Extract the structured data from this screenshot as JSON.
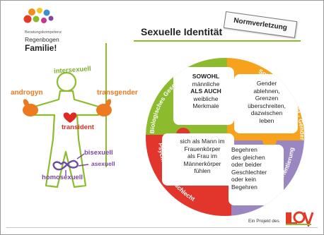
{
  "branding": {
    "subtitle": "Beratungskompetenz",
    "name": "Regenbogen",
    "tagline": "Familie!",
    "dot_colors": [
      "#e43a25",
      "#f28b1f",
      "#f7c51e",
      "#8dbb2e",
      "#3d8fcf",
      "#7a4aa1",
      "#c8368e"
    ]
  },
  "header": {
    "title": "Sexuelle Identität",
    "stamp_label": "Normverletzung"
  },
  "figure_labels": {
    "intersexuell": "intersexuell",
    "androgyn": "androgyn",
    "transgender": "transgender",
    "transident": "transident",
    "bisexuell": "bisexuell",
    "asexuell": "asexuell",
    "homosexuell": "homosexuell"
  },
  "quadrants": {
    "biologisch": {
      "label": "Biologisches Geschlecht",
      "color": "#8dbb2e",
      "lines": [
        "SOWOHL",
        "männliche",
        "ALS AUCH",
        "weibliche",
        "Merkmale"
      ],
      "bold": [
        true,
        false,
        true,
        false,
        false
      ]
    },
    "sozial": {
      "label": "Soziales Geschlecht - Gender",
      "color": "#f6a21c",
      "lines": [
        "Gender",
        "ablehnen,",
        "Grenzen",
        "überschreiten,",
        "dazwischen",
        "leben"
      ]
    },
    "psychisch": {
      "label": "Psychisches Geschlecht",
      "color": "#e2352c",
      "lines": [
        "sich als Mann im",
        "Frauenkörper",
        "als Frau im",
        "Männerkörper",
        "fühlen"
      ]
    },
    "orientierung": {
      "label": "Sexuelle Orientierung",
      "color": "#9a87c2",
      "lines": [
        "Begehren",
        "des gleichen",
        "oder beider",
        "Geschlechter",
        "oder kein",
        "Begehren"
      ]
    }
  },
  "footer": {
    "text": "Ein Projekt des",
    "logo_text": "LSVD"
  }
}
